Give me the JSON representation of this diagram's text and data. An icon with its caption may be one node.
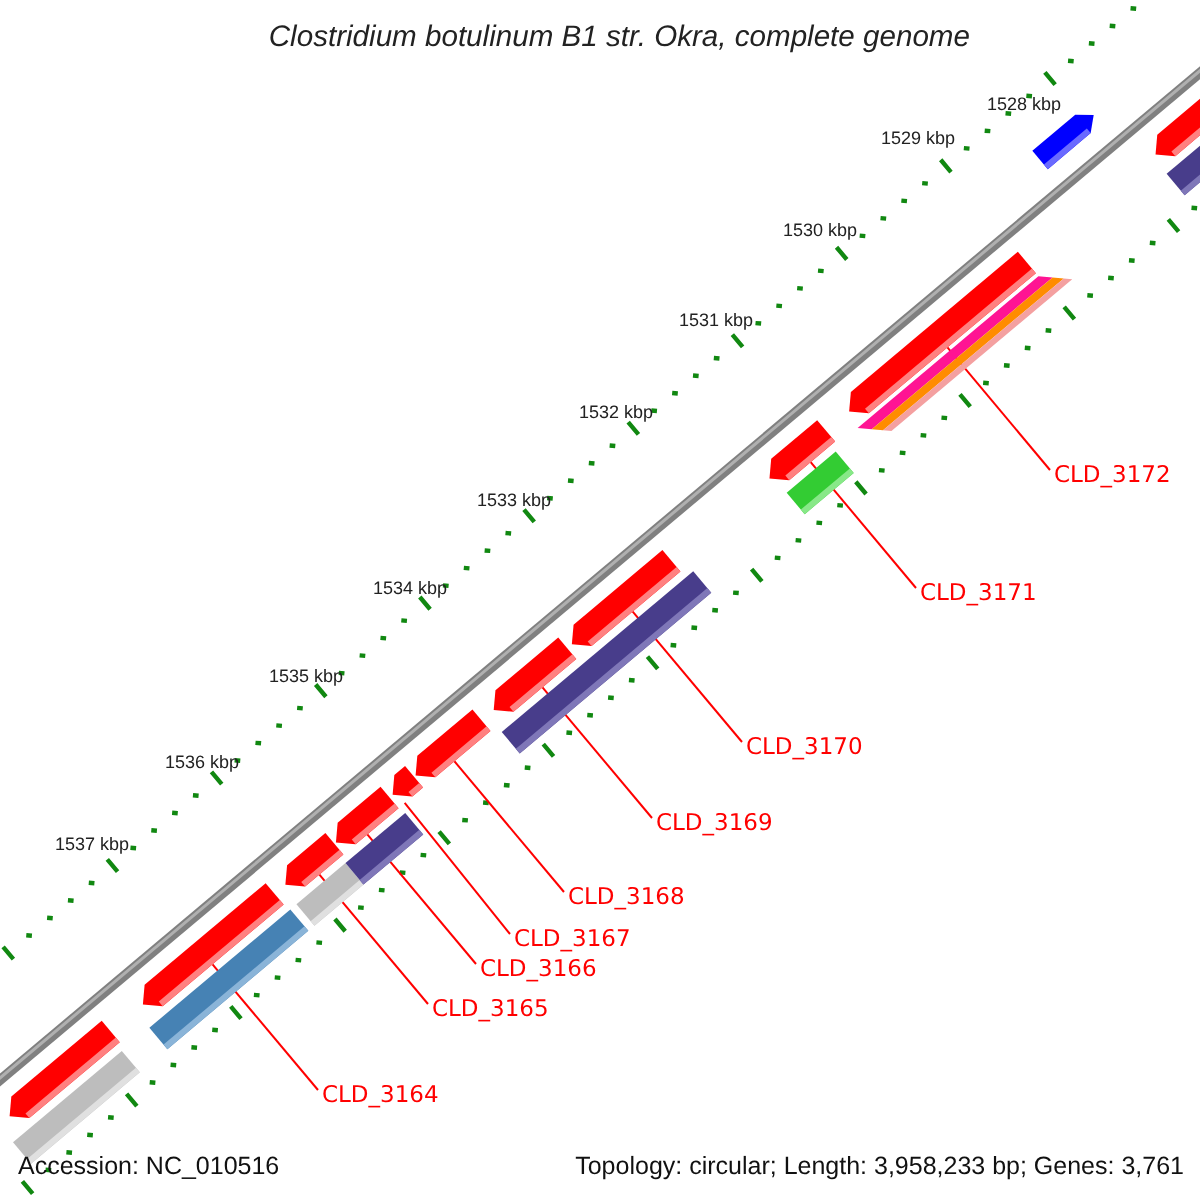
{
  "diagram": {
    "title": "Clostridium botulinum B1 str. Okra, complete genome",
    "nodes": [
      {
        "text": [],
        "shape": "arrow"
      },
      {
        "text": [
          "CLD_3172"
        ]
      },
      {
        "text": [],
        "shape": "arrow"
      },
      {
        "text": [
          "CLD_3171"
        ]
      },
      {
        "text": [],
        "shape": "arrow"
      },
      {
        "text": [
          "CLD_3170"
        ]
      },
      {
        "text": [],
        "shape": "arrow"
      },
      {
        "text": [
          "CLD_3169"
        ]
      },
      {
        "text": [],
        "shape": "arrow"
      },
      {
        "text": [
          "CLD_3168"
        ]
      },
      {
        "text": [],
        "shape": "arrow"
      },
      {
        "text": [
          "CLD_3167"
        ]
      },
      {
        "text": [],
        "shape": "arrow"
      },
      {
        "text": [
          "CLD_3166"
        ]
      },
      {
        "text": [],
        "shape": "arrow"
      },
      {
        "text": [
          "CLD_3165"
        ]
      },
      {
        "text": [],
        "shape": "arrow"
      },
      {
        "text": [
          "CLD_3164"
        ]
      },
      {
        "text": [],
        "shape": "arrow"
      },
      {
        "text": [],
        "shape": "arrow"
      },
      {
        "text": [],
        "shape": "arrow"
      },
      {
        "text": [],
        "shape": "bar"
      },
      {
        "text": [],
        "shape": "bar"
      },
      {
        "text": [],
        "shape": "bar"
      },
      {
        "text": [],
        "shape": "bar"
      },
      {
        "text": [],
        "shape": "bar"
      },
      {
        "text": [],
        "shape": "bar"
      },
      {
        "text": [],
        "shape": "bar"
      },
      {
        "text": [],
        "shape": "bar"
      }
    ],
    "edges": [
      {
        "from": 1,
        "to": 0,
        "arrow": "none"
      },
      {
        "from": 3,
        "to": 2,
        "arrow": "none"
      },
      {
        "from": 5,
        "to": 4,
        "arrow": "none"
      },
      {
        "from": 7,
        "to": 6,
        "arrow": "none"
      },
      {
        "from": 9,
        "to": 8,
        "arrow": "none"
      },
      {
        "from": 11,
        "to": 10,
        "arrow": "none"
      },
      {
        "from": 13,
        "to": 12,
        "arrow": "none"
      },
      {
        "from": 15,
        "to": 14,
        "arrow": "none"
      },
      {
        "from": 17,
        "to": 16,
        "arrow": "none"
      }
    ],
    "labels": [
      "1528 kbp",
      "1529 kbp",
      "1530 kbp",
      "1531 kbp",
      "1532 kbp",
      "1533 kbp",
      "1534 kbp",
      "1535 kbp",
      "1536 kbp",
      "1537 kbp",
      "Accession: NC_010516",
      "Topology: circular; Length: 3,958,233 bp; Genes: 3,761"
    ]
  }
}
